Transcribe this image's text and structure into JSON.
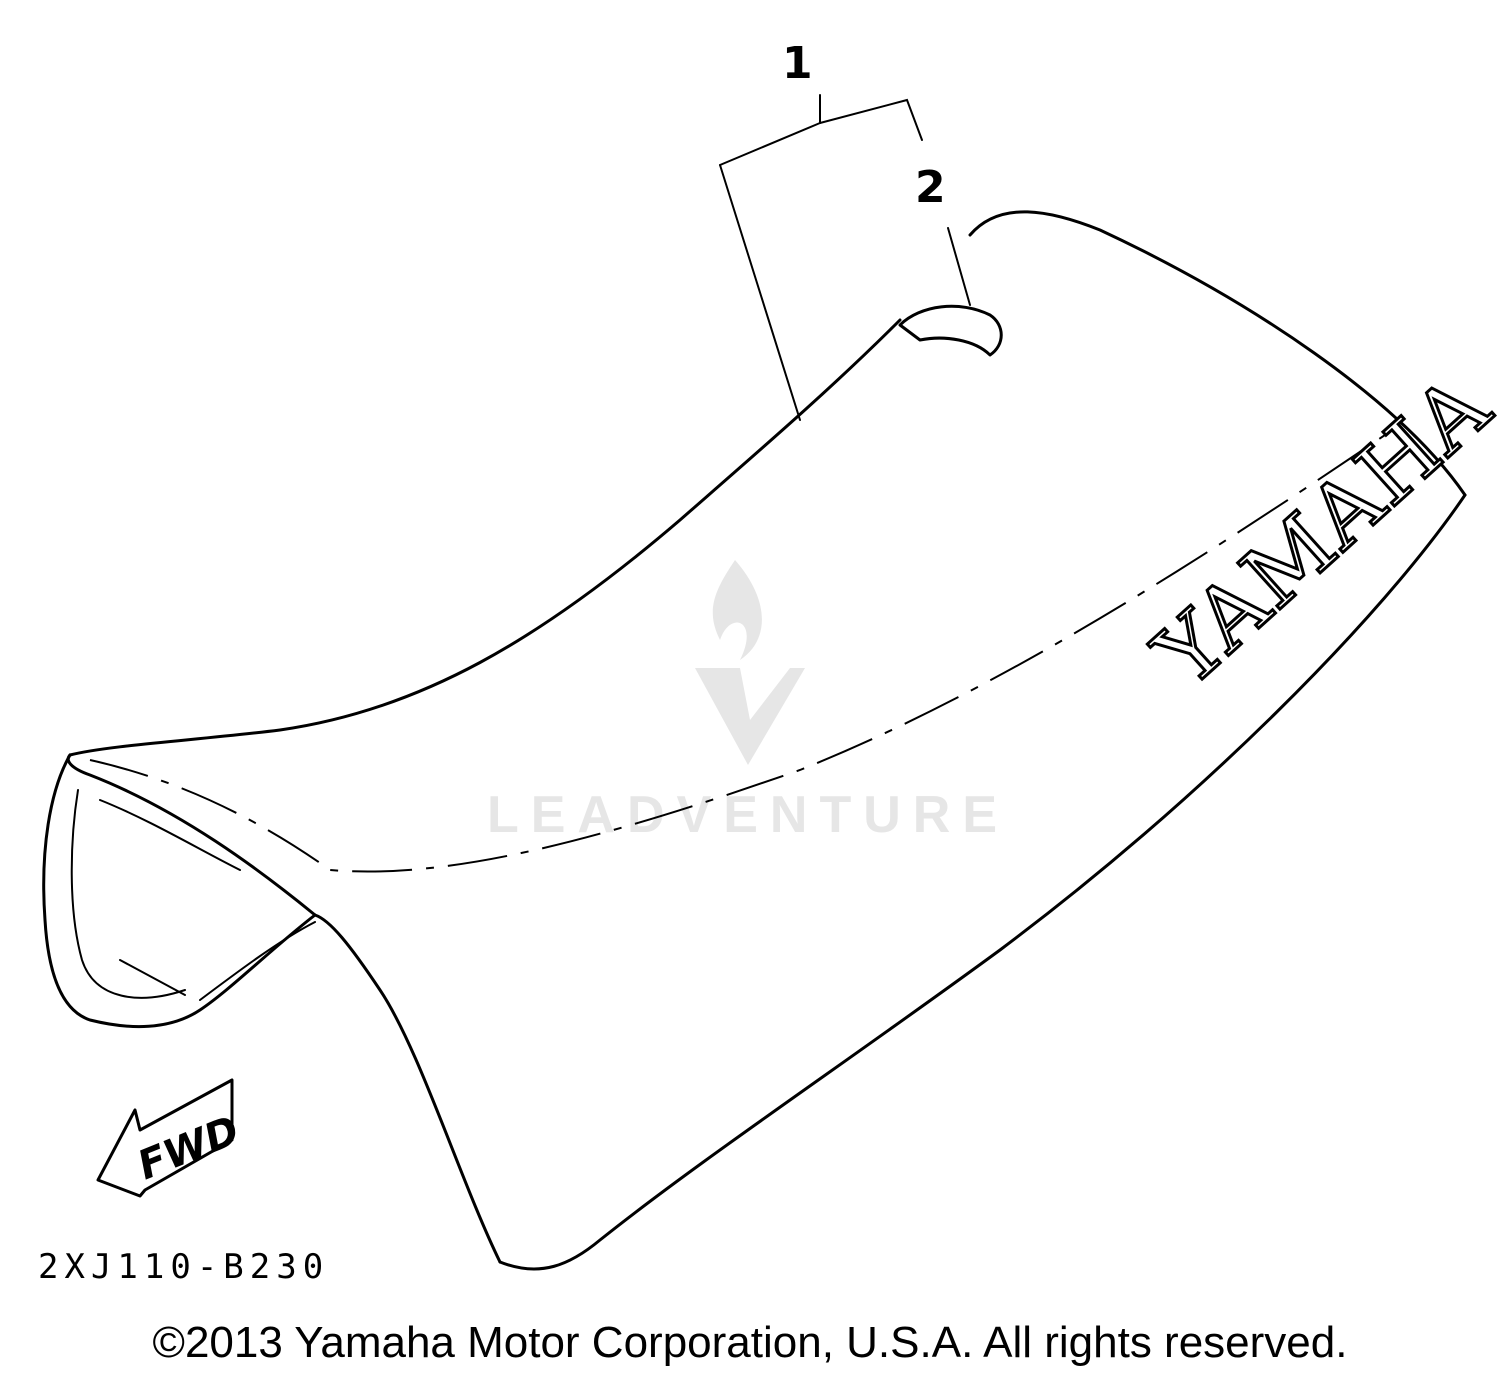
{
  "callouts": [
    {
      "label": "1"
    },
    {
      "label": "2"
    }
  ],
  "part_number": "2XJ110-B230",
  "direction_label": "FWD",
  "brand_label": "YAMAHA",
  "watermark": {
    "text": "LEADVENTURE"
  },
  "copyright": "©2013 Yamaha Motor Corporation, U.S.A. All rights reserved."
}
